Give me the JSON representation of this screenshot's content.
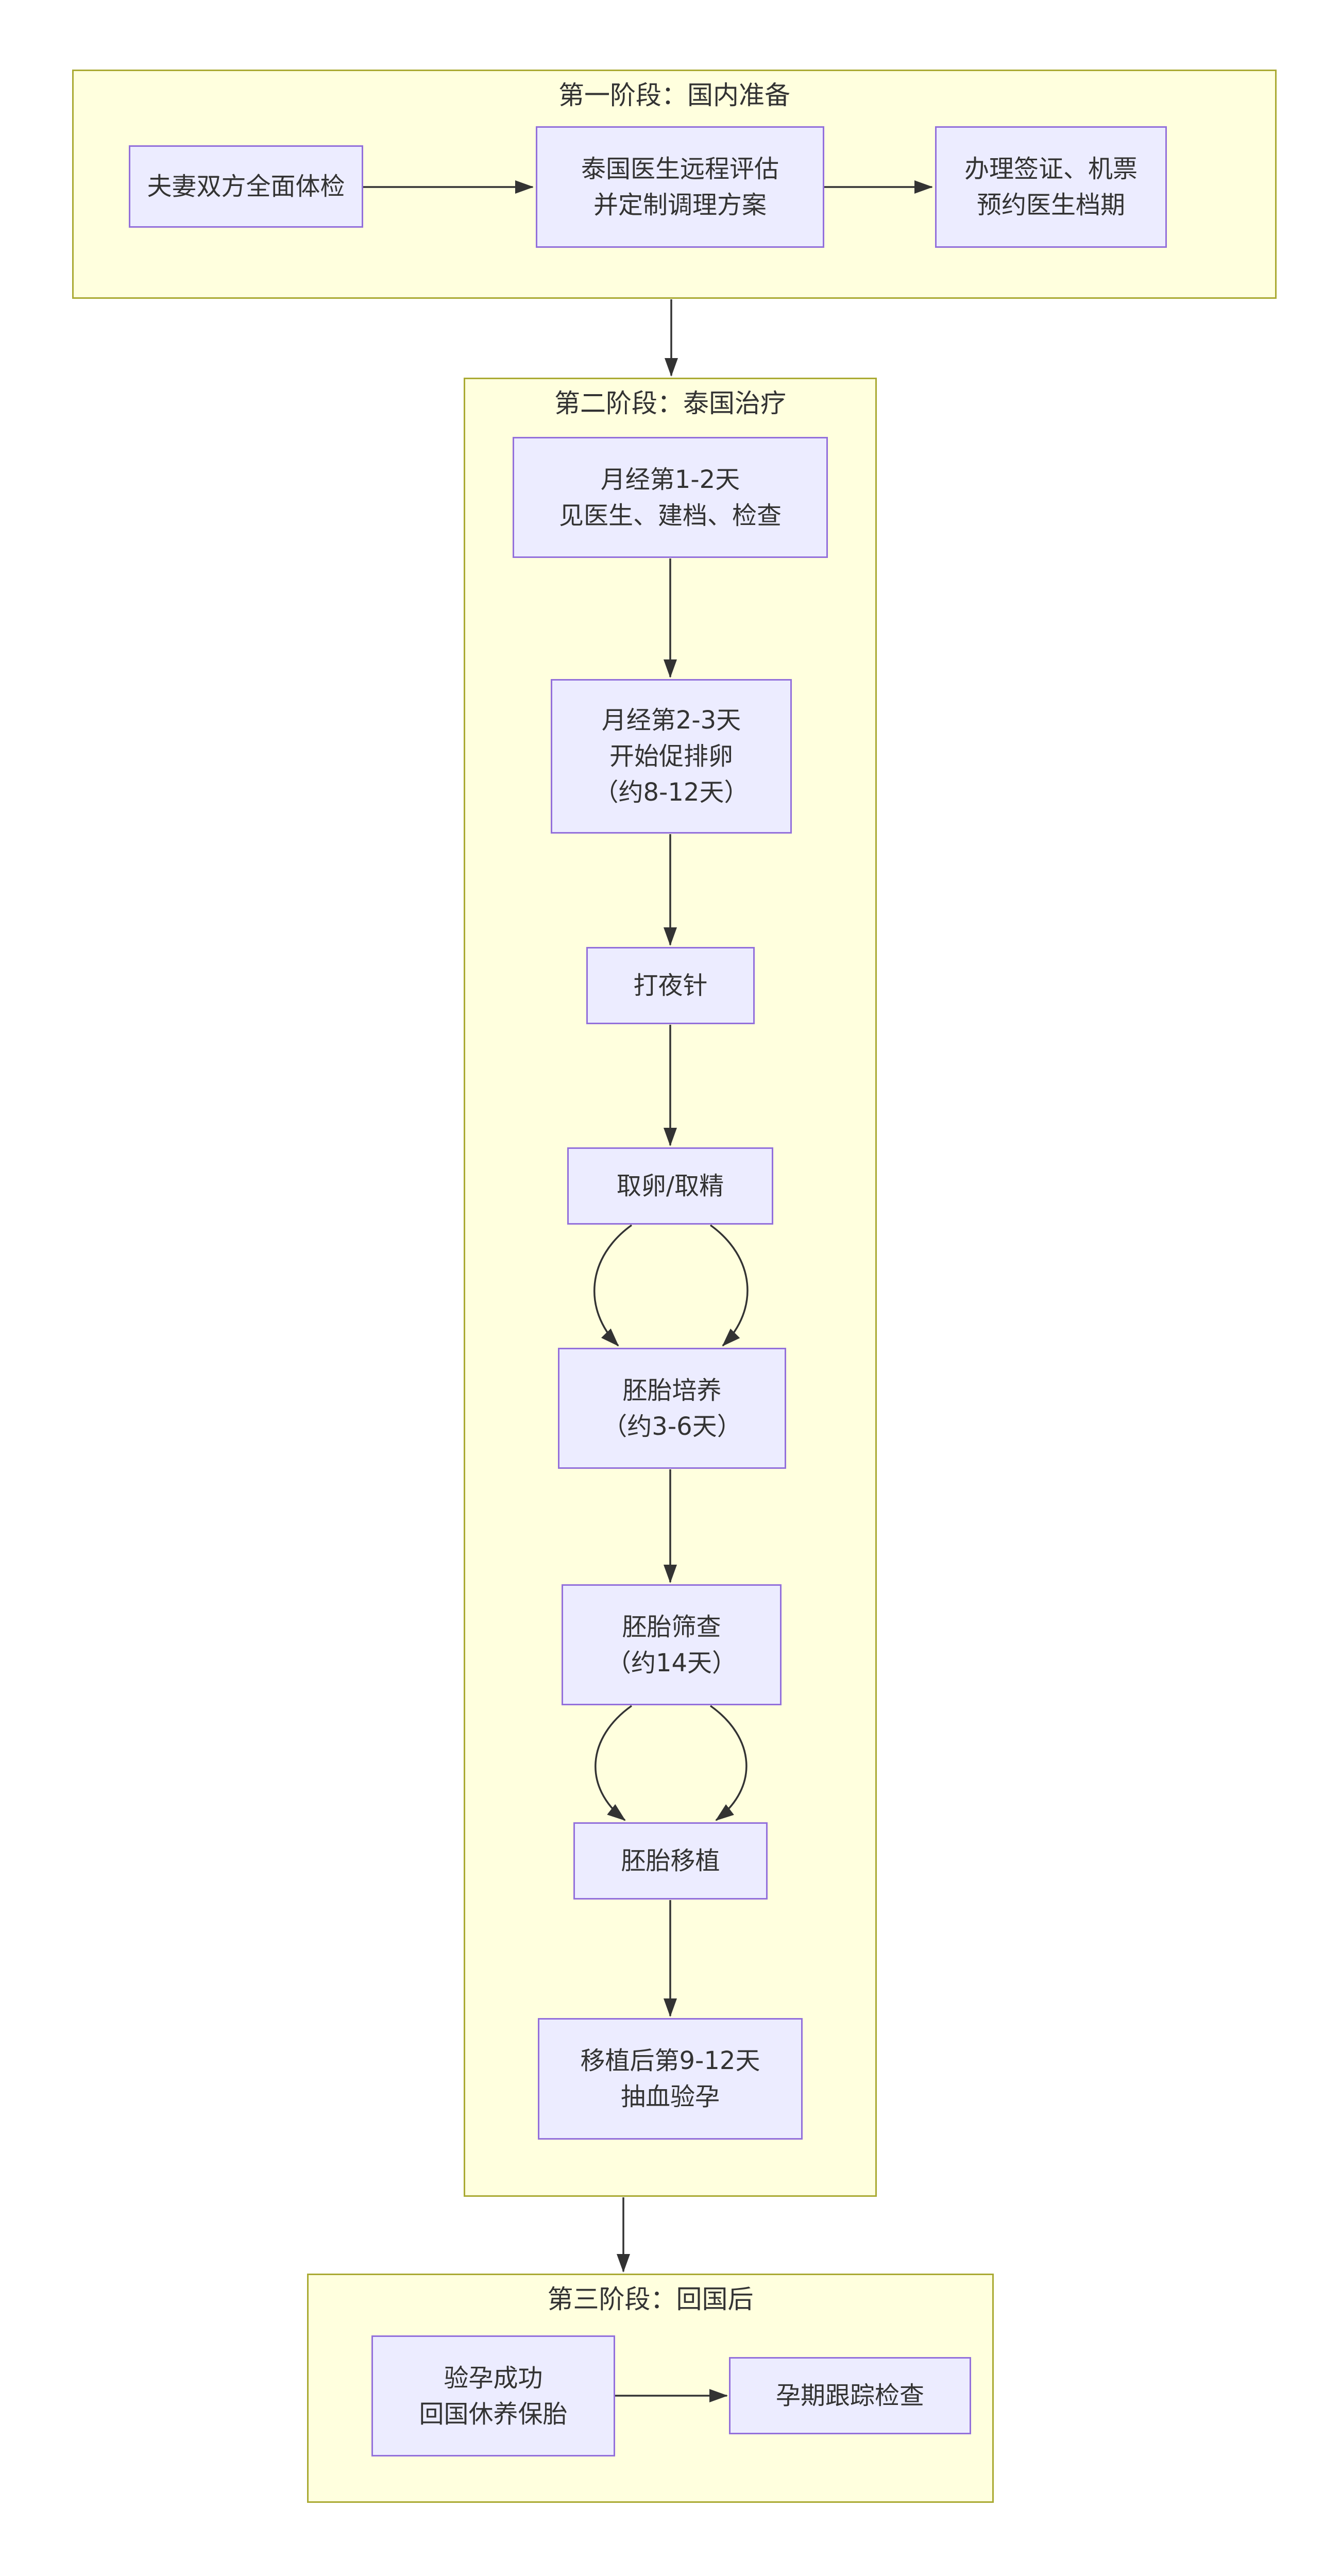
{
  "theme": {
    "background": "#ffffff",
    "cluster_fill": "#ffffde",
    "cluster_border": "#aaaa33",
    "node_fill": "#ececff",
    "node_border": "#9370db",
    "edge_color": "#333333",
    "text_color": "#333333"
  },
  "phases": [
    {
      "title": "第一阶段：国内准备",
      "nodes": [
        {
          "id": "A",
          "lines": [
            "夫妻双方全面体检"
          ]
        },
        {
          "id": "B",
          "lines": [
            "泰国医生远程评估",
            "并定制调理方案"
          ]
        },
        {
          "id": "C",
          "lines": [
            "办理签证、机票",
            "预约医生档期"
          ]
        }
      ]
    },
    {
      "title": "第二阶段：泰国治疗",
      "nodes": [
        {
          "id": "D",
          "lines": [
            "月经第1-2天",
            "见医生、建档、检查"
          ]
        },
        {
          "id": "E",
          "lines": [
            "月经第2-3天",
            "开始促排卵",
            "（约8-12天）"
          ]
        },
        {
          "id": "F",
          "lines": [
            "打夜针"
          ]
        },
        {
          "id": "G",
          "lines": [
            "取卵/取精"
          ]
        },
        {
          "id": "H",
          "lines": [
            "胚胎培养",
            "（约3-6天）"
          ]
        },
        {
          "id": "I",
          "lines": [
            "胚胎筛查",
            "（约14天）"
          ]
        },
        {
          "id": "J",
          "lines": [
            "胚胎移植"
          ]
        },
        {
          "id": "K",
          "lines": [
            "移植后第9-12天",
            "抽血验孕"
          ]
        }
      ]
    },
    {
      "title": "第三阶段：回国后",
      "nodes": [
        {
          "id": "L",
          "lines": [
            "验孕成功",
            "回国休养保胎"
          ]
        },
        {
          "id": "M",
          "lines": [
            "孕期跟踪检查"
          ]
        }
      ]
    }
  ]
}
